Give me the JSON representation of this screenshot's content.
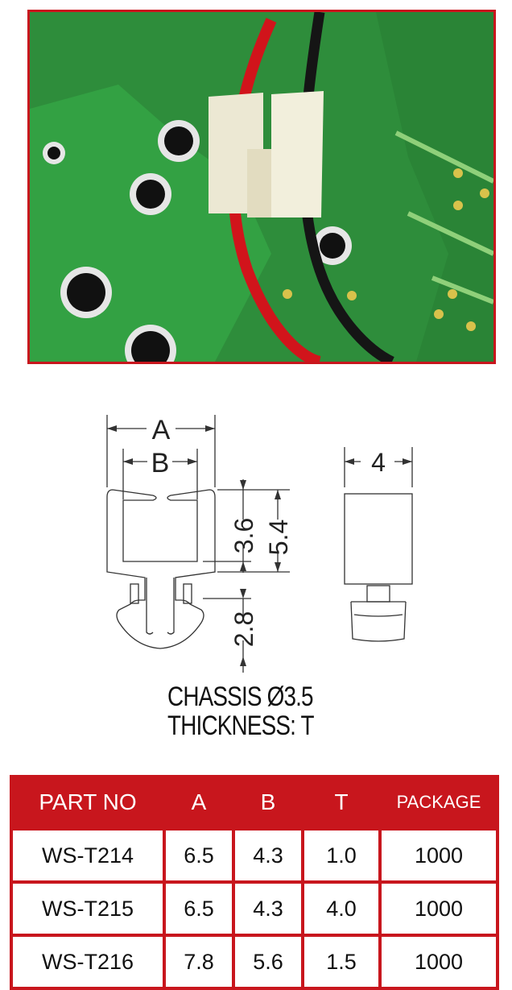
{
  "photo": {
    "subject": "nylon wire saddle clip holding red and black wires on green circuit board"
  },
  "drawing": {
    "label_a": "A",
    "label_b": "B",
    "dim_3_6": "3.6",
    "dim_5_4": "5.4",
    "dim_2_8": "2.8",
    "dim_4": "4"
  },
  "caption": {
    "line1": "CHASSIS  Ø3.5",
    "line2": "THICKNESS: T"
  },
  "table": {
    "headers": {
      "part": "PART NO",
      "a": "A",
      "b": "B",
      "t": "T",
      "package": "PACKAGE"
    },
    "rows": [
      {
        "part": "WS-T214",
        "a": "6.5",
        "b": "4.3",
        "t": "1.0",
        "package": "1000"
      },
      {
        "part": "WS-T215",
        "a": "6.5",
        "b": "4.3",
        "t": "4.0",
        "package": "1000"
      },
      {
        "part": "WS-T216",
        "a": "7.8",
        "b": "5.6",
        "t": "1.5",
        "package": "1000"
      }
    ],
    "colors": {
      "header_bg": "#c8161d",
      "border": "#c8161d"
    }
  }
}
